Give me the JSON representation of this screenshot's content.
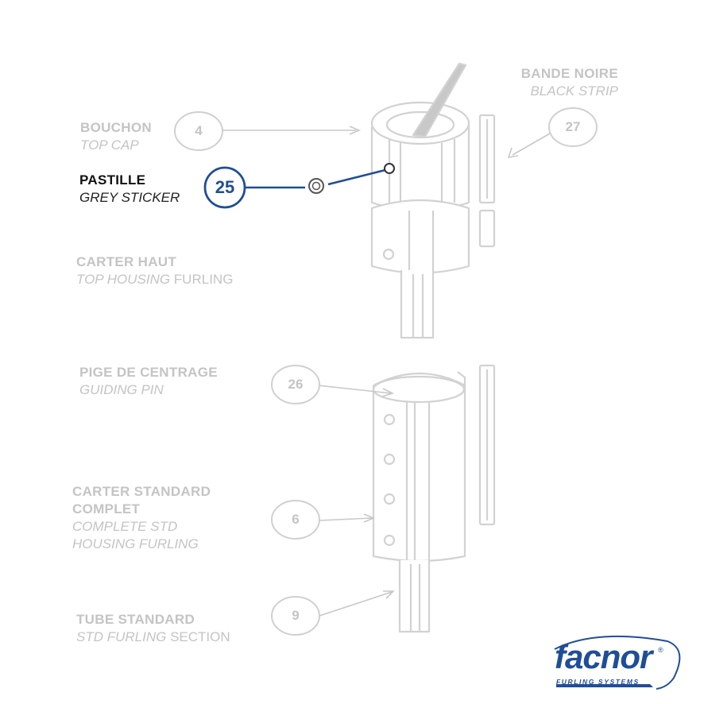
{
  "parts": [
    {
      "id": "cap",
      "fr": "BOUCHON",
      "en": "TOP CAP",
      "number": "4"
    },
    {
      "id": "sticker",
      "fr": "PASTILLE",
      "en": "GREY STICKER",
      "number": "25"
    },
    {
      "id": "top-housing",
      "fr": "CARTER HAUT",
      "en": "TOP HOUSING",
      "en_suffix": " FURLING"
    },
    {
      "id": "guiding-pin",
      "fr": "PIGE DE CENTRAGE",
      "en": "GUIDING PIN",
      "number": "26"
    },
    {
      "id": "std-housing",
      "fr_line1": "CARTER STANDARD",
      "fr_line2": "COMPLET",
      "en_line1": "COMPLETE STD",
      "en_line2": "HOUSING FURLING",
      "number": "6"
    },
    {
      "id": "std-tube",
      "fr": "TUBE STANDARD",
      "en": "STD FURLING",
      "en_suffix": " SECTION",
      "number": "9"
    },
    {
      "id": "black-strip",
      "fr": "BANDE NOIRE",
      "en": "BLACK STRIP",
      "number": "27"
    }
  ],
  "highlighted_part": "25",
  "colors": {
    "highlight": "#1f4e98",
    "faded_text": "#c4c4c4",
    "drawing_line": "#d0d0d0"
  },
  "logo": {
    "brand": "facnor",
    "registered": "®",
    "tagline": "FURLING SYSTEMS"
  }
}
